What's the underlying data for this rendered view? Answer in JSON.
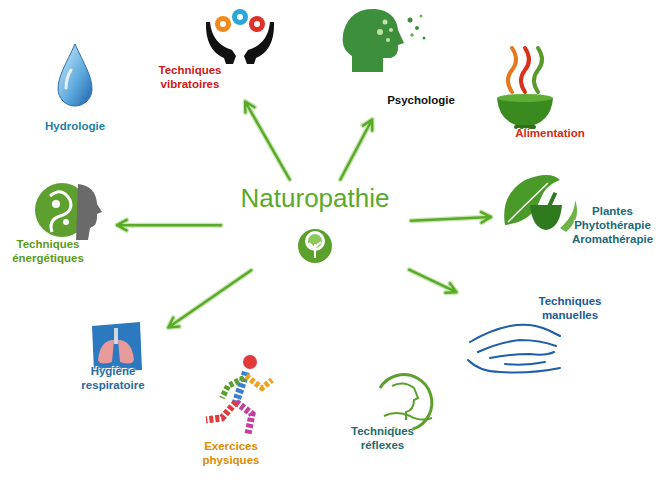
{
  "diagram": {
    "nodes": [
      {
        "text": [
          "Hydrologie"
        ]
      },
      {
        "text": [
          "Techniques vibratoires"
        ]
      },
      {
        "text": [
          "Psychologie"
        ]
      },
      {
        "text": [
          "Alimentation"
        ]
      },
      {
        "text": [
          "Techniques énergétiques"
        ]
      },
      {
        "text": [
          "Naturopathie"
        ]
      },
      {
        "text": [
          "Plantes Phytothérapie Aromathérapie"
        ]
      },
      {
        "text": [
          "Techniques manuelles"
        ]
      },
      {
        "text": [
          "Hygiène respiratoire"
        ]
      },
      {
        "text": [
          "Techniques réflexes"
        ]
      },
      {
        "text": [
          "Exercices physiques"
        ]
      }
    ],
    "edges": [
      {
        "from": 5,
        "to": 1,
        "arrow": "to"
      },
      {
        "from": 5,
        "to": 2,
        "arrow": "to"
      },
      {
        "from": 5,
        "to": 4,
        "arrow": "to"
      },
      {
        "from": 5,
        "to": 6,
        "arrow": "to"
      },
      {
        "from": 5,
        "to": 7,
        "arrow": "to"
      },
      {
        "from": 5,
        "to": 8,
        "arrow": "to"
      }
    ]
  }
}
